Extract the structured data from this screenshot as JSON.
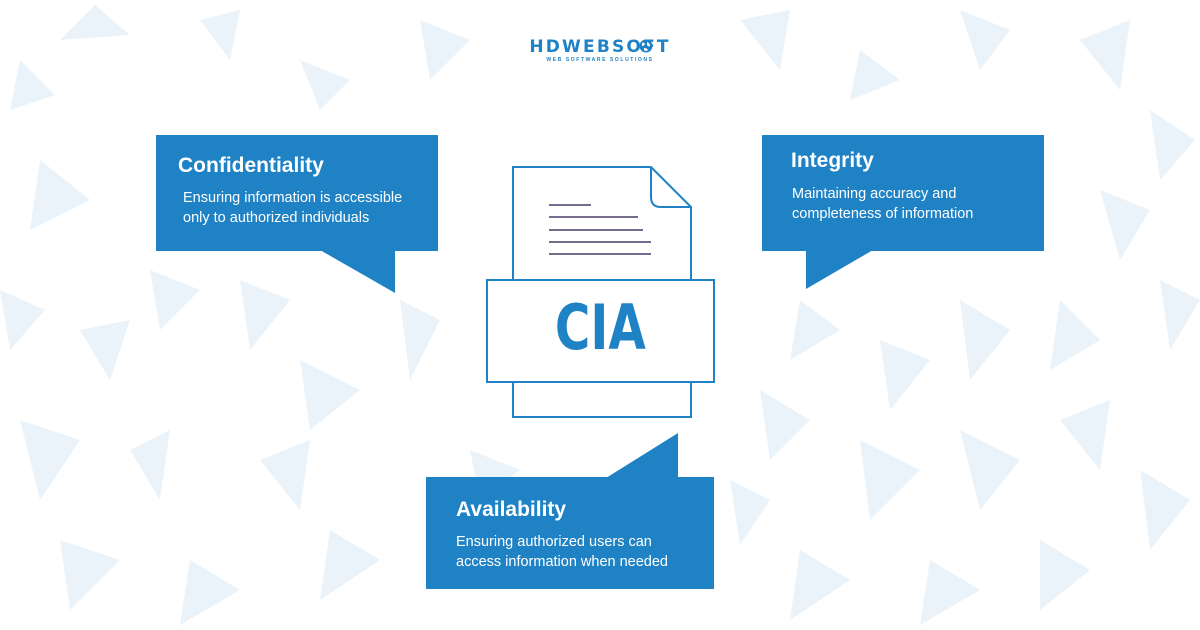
{
  "logo": {
    "name": "HDWEBSOFT",
    "tagline": "WEB SOFTWARE SOLUTIONS"
  },
  "document": {
    "label": "CIA",
    "icon": "document-icon"
  },
  "callouts": {
    "confidentiality": {
      "title": "Confidentiality",
      "text_line1": "Ensuring information is accessible",
      "text_line2": "only to authorized individuals"
    },
    "integrity": {
      "title": "Integrity",
      "text_line1": "Maintaining accuracy and",
      "text_line2": "completeness of information"
    },
    "availability": {
      "title": "Availability",
      "text_line1": "Ensuring authorized users can",
      "text_line2": "access information when needed"
    }
  },
  "colors": {
    "accent": "#1f82c5",
    "background": "#ffffff",
    "pattern": "#e8f2fa"
  }
}
